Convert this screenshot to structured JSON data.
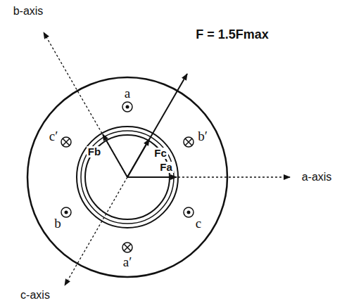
{
  "diagram": {
    "labels": [
      "b-axis",
      "F = 1.5Fmax",
      "Fb",
      "a",
      "Fc",
      "c′",
      "b′",
      "Fa",
      "a-axis",
      "b",
      "c",
      "a′",
      "c-axis"
    ]
  }
}
